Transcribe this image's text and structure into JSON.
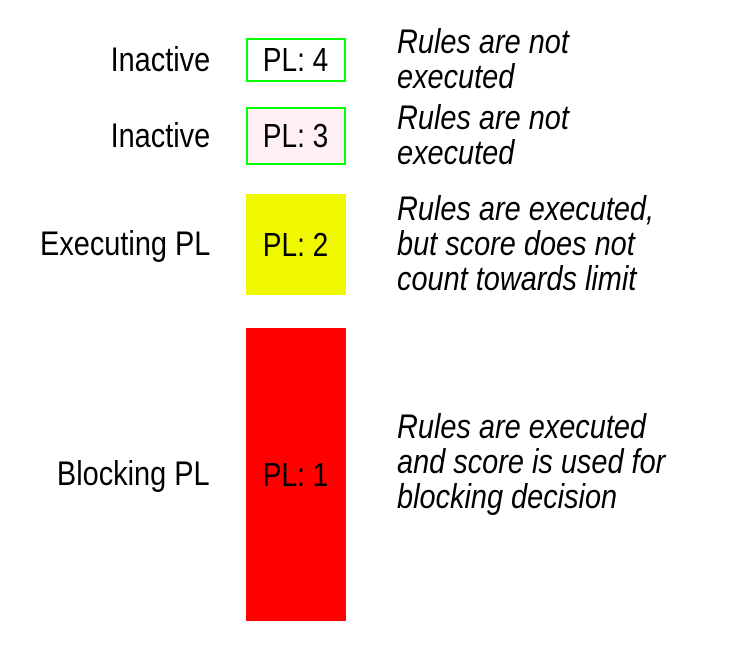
{
  "page": {
    "background": "#ffffff",
    "text_color": "#000000"
  },
  "rows": [
    {
      "label": "Inactive",
      "box_text": "PL: 4",
      "description": "Rules are not executed",
      "box_fill": "#ffffff",
      "box_border": "#00ff00"
    },
    {
      "label": "Inactive",
      "box_text": "PL: 3",
      "description": "Rules are not executed",
      "box_fill": "#fff0f5",
      "box_border": "#00ff00"
    },
    {
      "label": "Executing PL",
      "box_text": "PL: 2",
      "description": "Rules are executed,\nbut score does not\ncount towards limit",
      "box_fill": "#f0f800"
    },
    {
      "label": "Blocking PL",
      "box_text": "PL: 1",
      "description": "Rules are executed\nand score is used for\nblocking decision",
      "box_fill": "#fe0000"
    }
  ]
}
